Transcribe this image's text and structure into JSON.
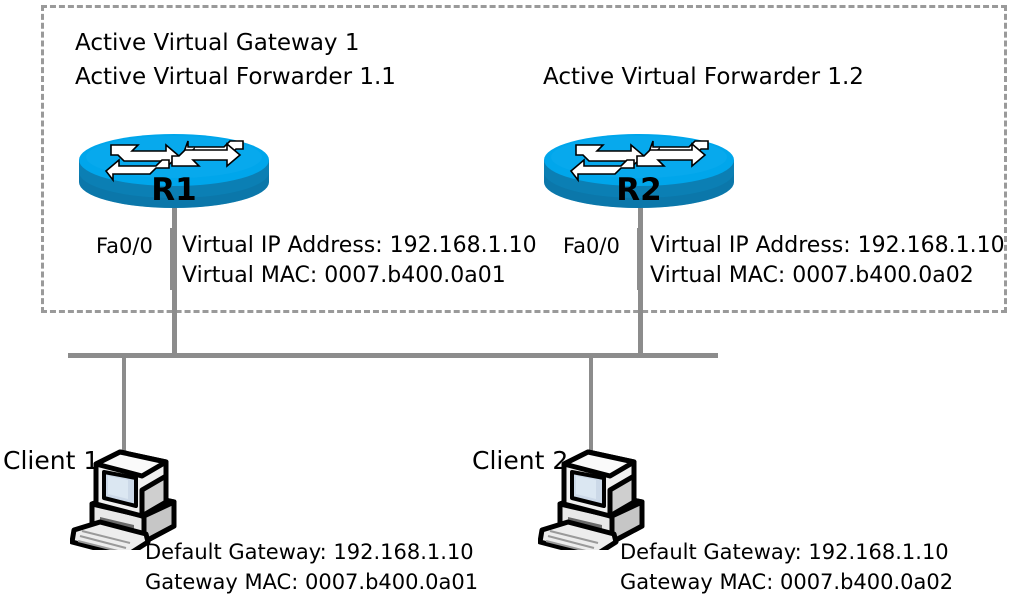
{
  "diagram": {
    "title": "GLBP Active Virtual Gateway and Forwarders topology",
    "group_box": {
      "name": "glbp-group",
      "labels": {
        "avg": "Active Virtual Gateway 1",
        "avf_left": "Active Virtual Forwarder 1.1",
        "avf_right": "Active Virtual Forwarder 1.2"
      }
    },
    "colors": {
      "router_top": "#00a6eb",
      "router_side": "#0b7fb4",
      "router_side_dark": "#0a6f9e",
      "arrow_fill": "#ffffff",
      "arrow_outline": "#000000",
      "wire": "#8c8c8c",
      "dash_border": "#9a9a9a",
      "text": "#000000",
      "screen": "#ccd9e8",
      "case_light": "#f2f2f2",
      "case_mid": "#d8d8d8",
      "case_dark": "#a8a8a8"
    },
    "routers": [
      {
        "id": "r1",
        "label": "R1",
        "interface": "Fa0/0",
        "virtual_ip": "Virtual IP Address: 192.168.1.10",
        "virtual_mac": "Virtual MAC: 0007.b400.0a01"
      },
      {
        "id": "r2",
        "label": "R2",
        "interface": "Fa0/0",
        "virtual_ip": "Virtual IP Address: 192.168.1.10",
        "virtual_mac": "Virtual MAC: 0007.b400.0a02"
      }
    ],
    "clients": [
      {
        "id": "client1",
        "label": "Client 1",
        "default_gateway": "Default Gateway: 192.168.1.10",
        "gateway_mac": "Gateway MAC: 0007.b400.0a01"
      },
      {
        "id": "client2",
        "label": "Client 2",
        "default_gateway": "Default Gateway: 192.168.1.10",
        "gateway_mac": "Gateway MAC: 0007.b400.0a02"
      }
    ],
    "icons": {
      "router": "router-icon",
      "computer": "desktop-computer-icon"
    }
  }
}
